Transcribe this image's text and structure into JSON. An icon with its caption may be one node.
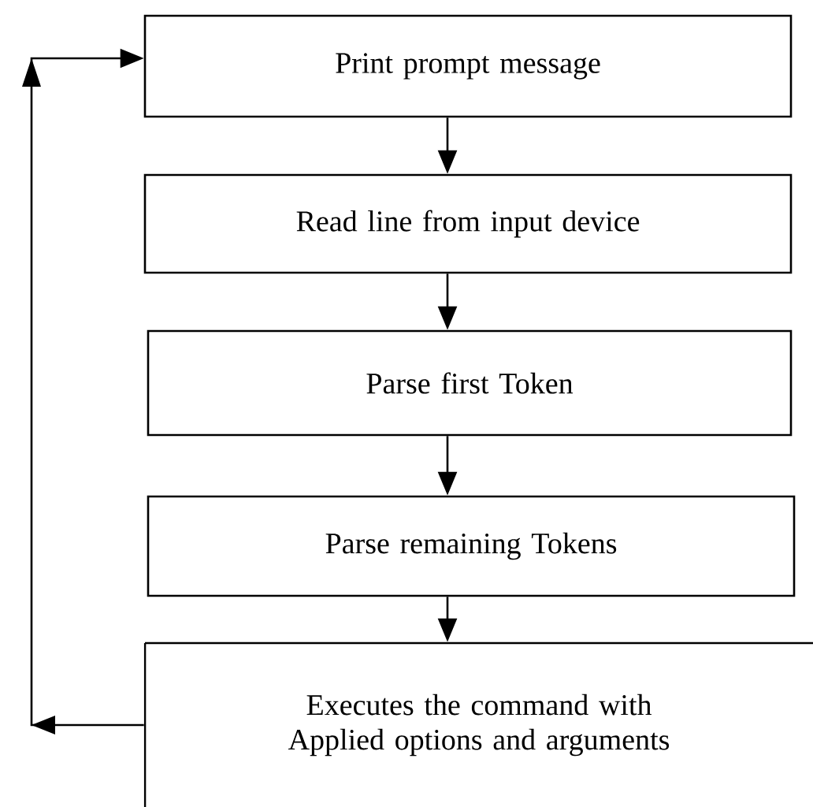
{
  "diagram": {
    "nodes": [
      {
        "text": [
          "Print prompt message"
        ]
      },
      {
        "text": [
          "Read line from input device"
        ]
      },
      {
        "text": [
          "Parse first Token"
        ]
      },
      {
        "text": [
          "Parse remaining Tokens"
        ]
      },
      {
        "text": [
          "Executes the command with Applied options and arguments"
        ]
      }
    ],
    "edges": [
      {
        "from": 0,
        "to": 1,
        "arrow": "to"
      },
      {
        "from": 1,
        "to": 2,
        "arrow": "to"
      },
      {
        "from": 2,
        "to": 3,
        "arrow": "to"
      },
      {
        "from": 3,
        "to": 4,
        "arrow": "to"
      },
      {
        "from": 4,
        "to": 0,
        "arrow": "to"
      }
    ]
  }
}
